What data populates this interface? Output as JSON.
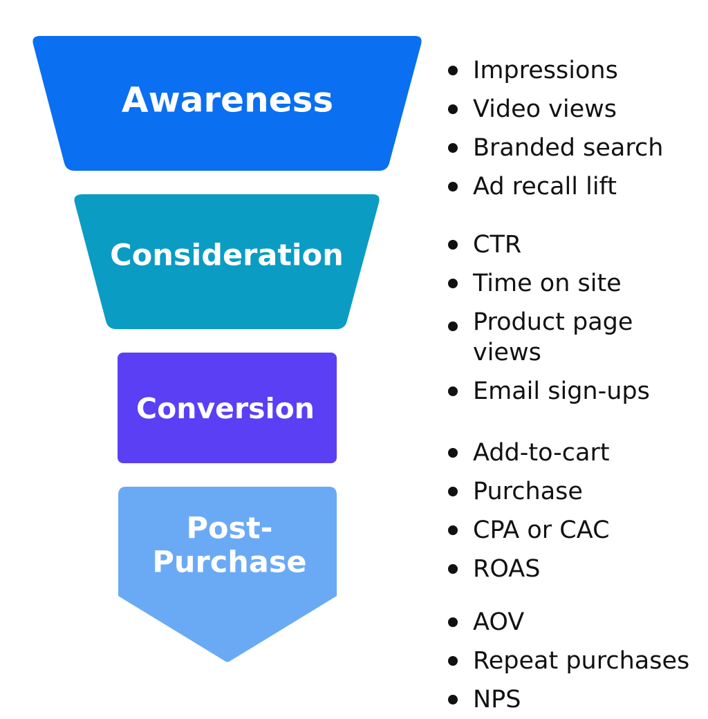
{
  "colors": {
    "awareness": "#0a6ff0",
    "consideration": "#0b9cc3",
    "conversion": "#5a3ff5",
    "post_purchase": "#6aaaf5",
    "text": "#111111"
  },
  "stages": [
    {
      "label": "Awareness",
      "metrics": [
        "Impressions",
        "Video views",
        "Branded search",
        "Ad recall lift"
      ]
    },
    {
      "label": "Consideration",
      "metrics": [
        "CTR",
        "Time on site",
        "Product page views",
        "Email sign-ups"
      ]
    },
    {
      "label": "Conversion",
      "metrics": [
        "Add-to-cart",
        "Purchase",
        "CPA or CAC",
        "ROAS"
      ]
    },
    {
      "label_lines": [
        "Post-",
        "Purchase"
      ],
      "metrics": [
        "AOV",
        "Repeat purchases",
        "NPS"
      ]
    }
  ]
}
